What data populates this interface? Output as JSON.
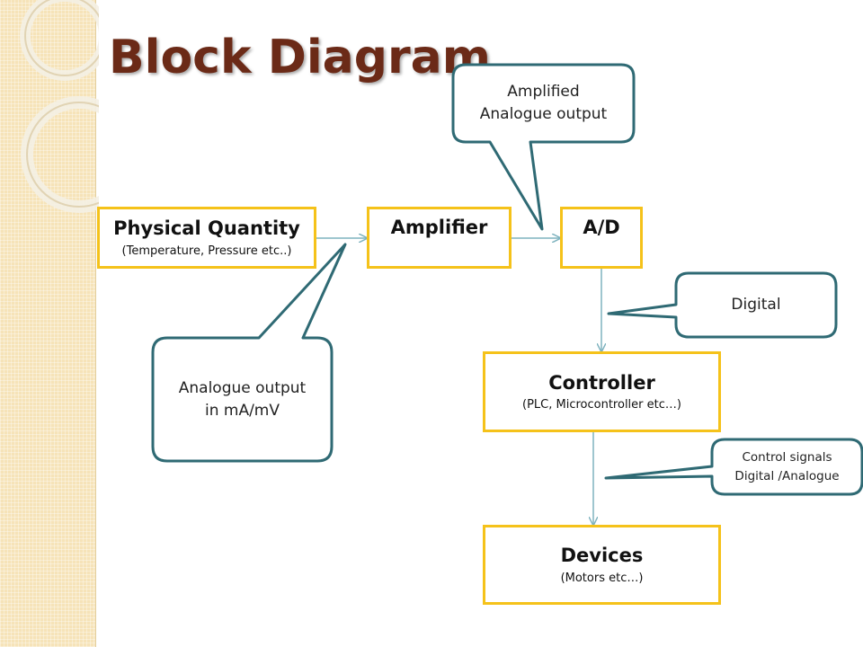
{
  "title": "Block Diagram",
  "blocks": {
    "physical": {
      "label": "Physical Quantity",
      "sub": "(Temperature, Pressure etc..)"
    },
    "amplifier": {
      "label": "Amplifier"
    },
    "ad": {
      "label": "A/D"
    },
    "controller": {
      "label": "Controller",
      "sub": "(PLC, Microcontroller etc…)"
    },
    "devices": {
      "label": "Devices",
      "sub": "(Motors etc…)"
    }
  },
  "callouts": {
    "amplified": "Amplified\nAnalogue output",
    "analogue": "Analogue output\nin mA/mV",
    "digital": "Digital",
    "control": "Control signals\nDigital /Analogue"
  },
  "colors": {
    "block_border": "#f5c21a",
    "callout_border": "#2f6a74",
    "title": "#6b2a17",
    "arrow": "#7fb3bf"
  }
}
